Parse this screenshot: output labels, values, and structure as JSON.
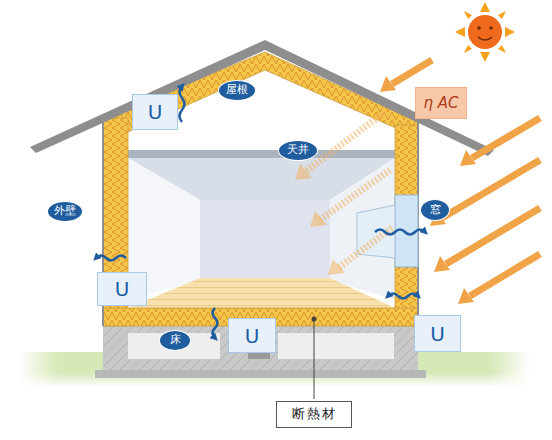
{
  "diagram": {
    "nodes": [
      {
        "text": [
          "U"
        ]
      },
      {
        "text": [
          "屋根"
        ]
      },
      {
        "text": [
          "η AC"
        ]
      },
      {
        "text": [
          "天井"
        ]
      },
      {
        "text": [
          "外壁"
        ]
      },
      {
        "text": [
          "窓"
        ]
      },
      {
        "text": [
          "U"
        ]
      },
      {
        "text": [
          "U"
        ]
      },
      {
        "text": [
          "床"
        ]
      },
      {
        "text": [
          "U"
        ]
      },
      {
        "text": [
          "断熱材"
        ]
      }
    ]
  }
}
